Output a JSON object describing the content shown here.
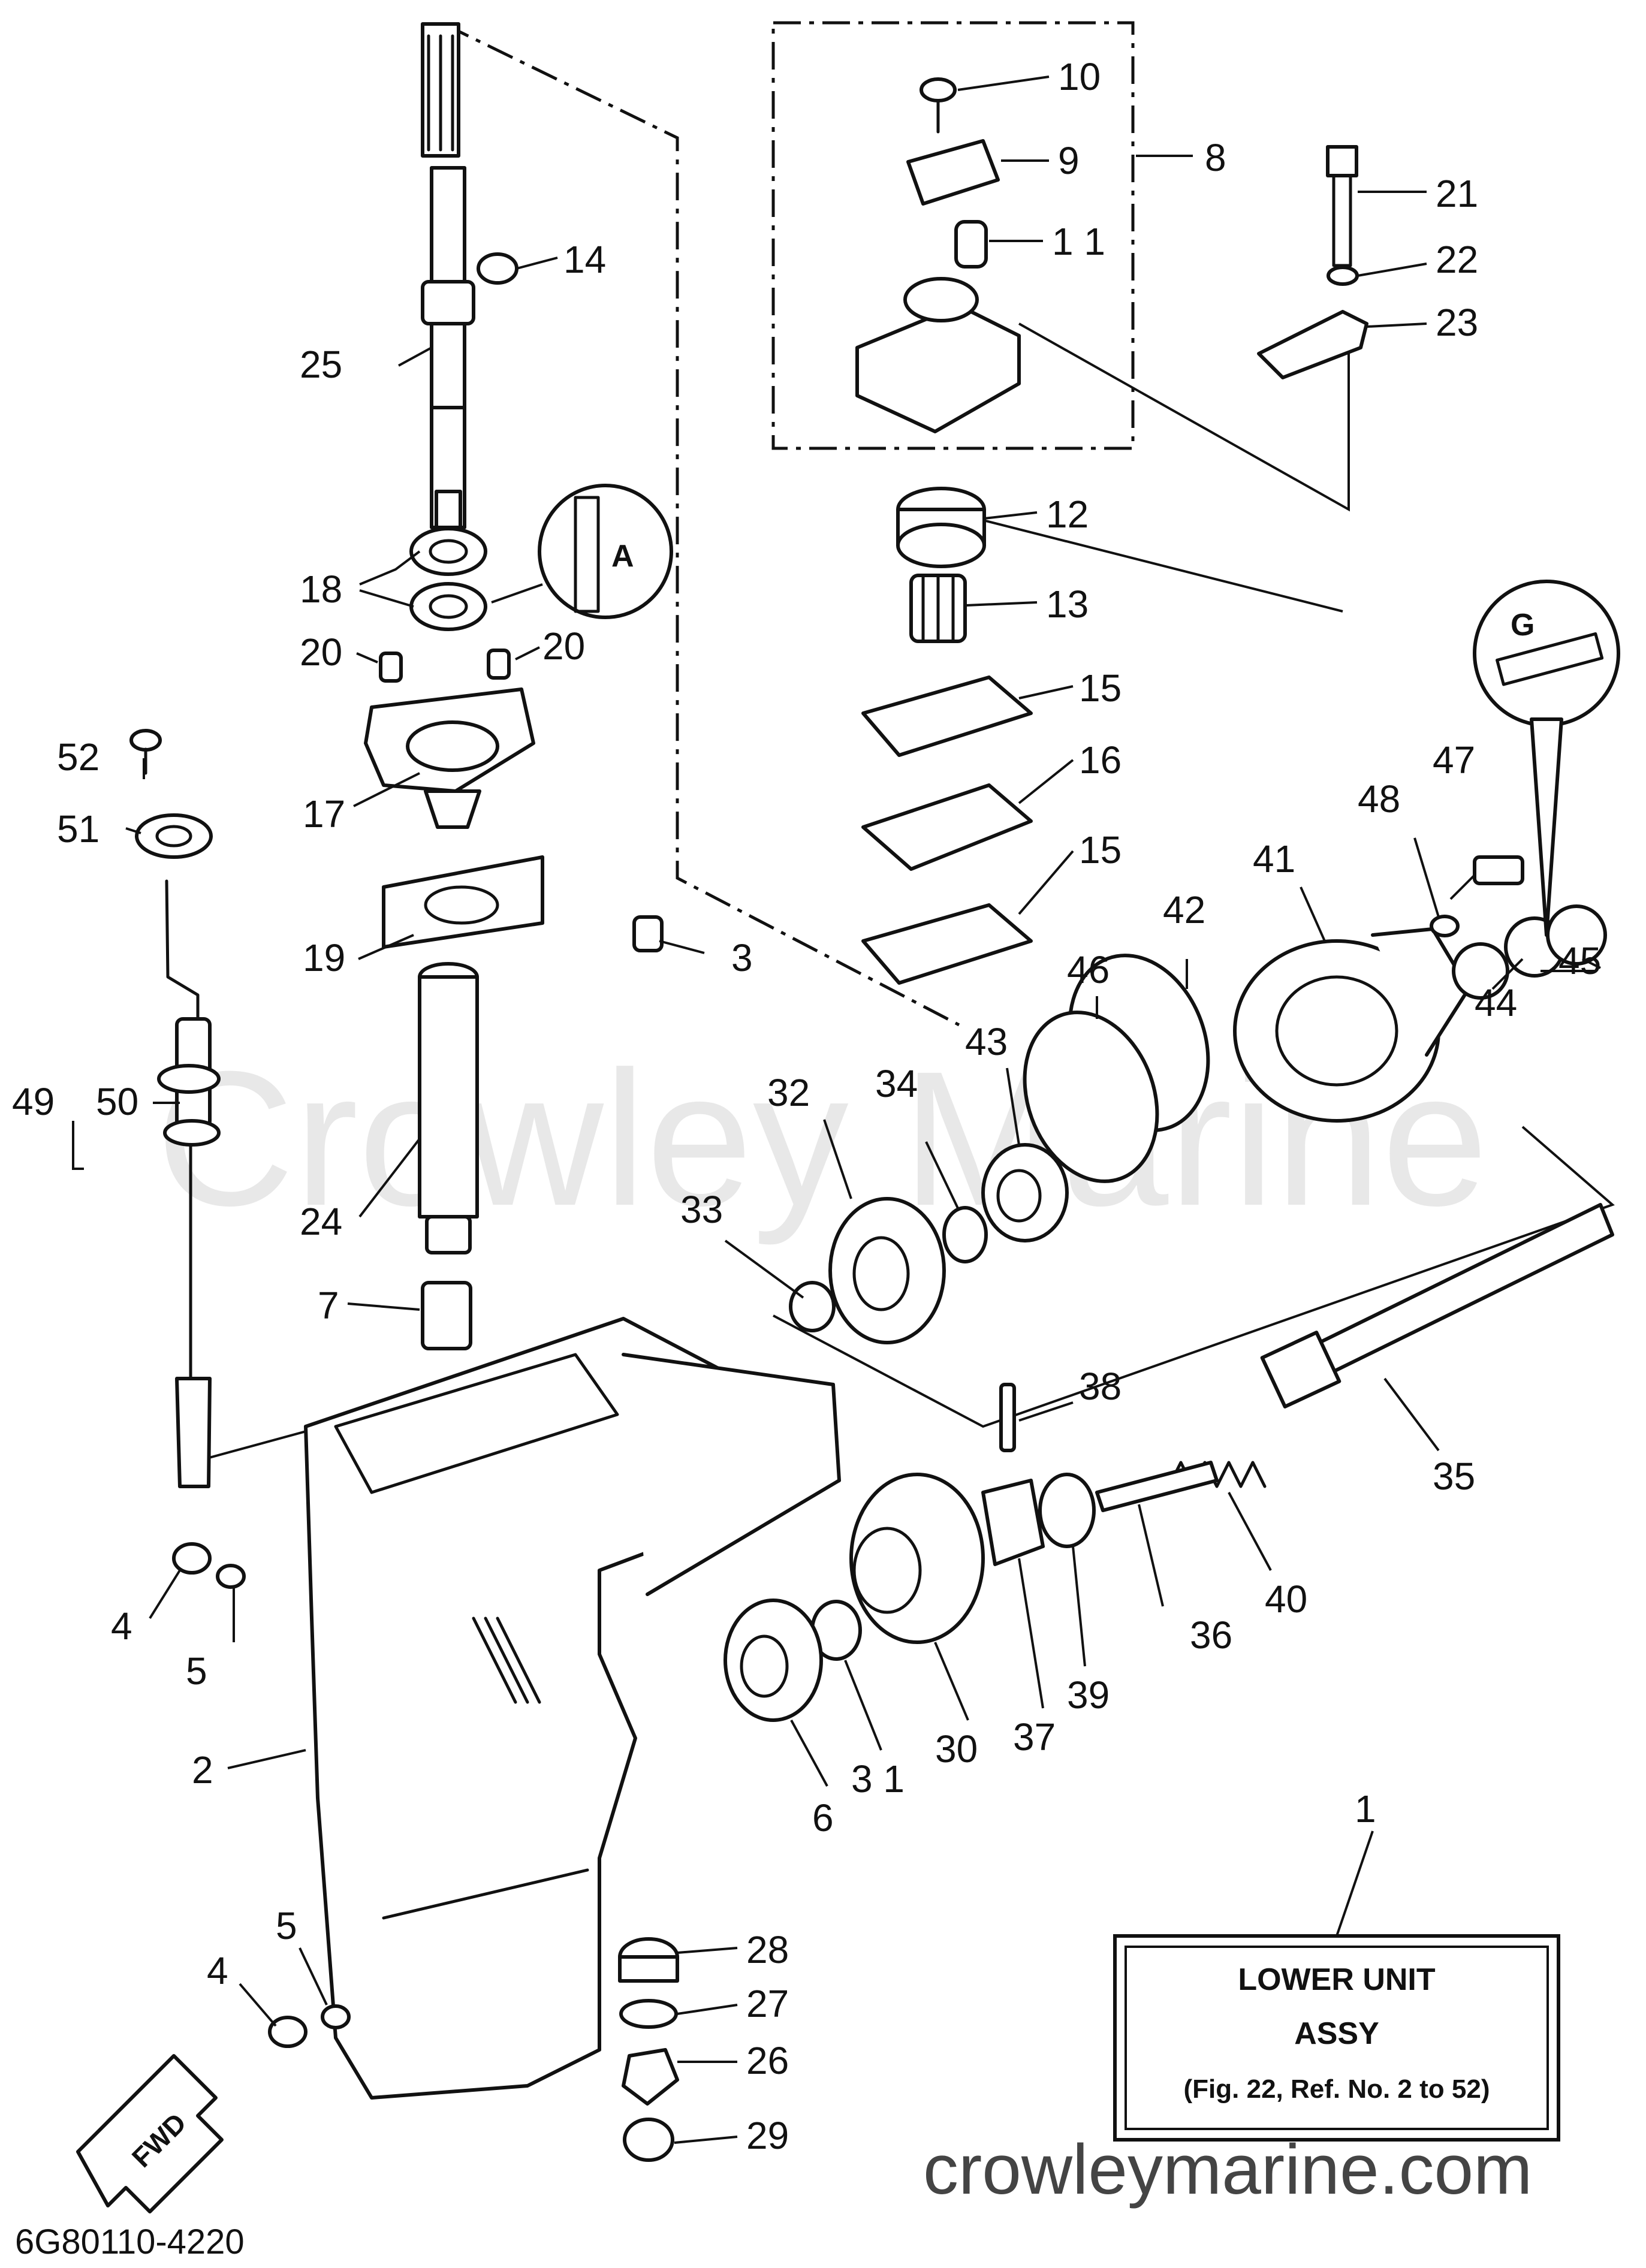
{
  "watermark": "Crowley Marine",
  "website": "crowleymarine.com",
  "drawing_code": "6G80110-4220",
  "forward_label": "FWD",
  "lube_mark_a": "A",
  "lube_mark_b": "G",
  "assembly_box": {
    "callout": "1",
    "line1": "LOWER UNIT",
    "line2": "ASSY",
    "line3": "(Fig. 22, Ref. No. 2 to 52)"
  },
  "callouts": [
    {
      "id": "c10",
      "text": "10"
    },
    {
      "id": "c9",
      "text": "9"
    },
    {
      "id": "c8",
      "text": "8"
    },
    {
      "id": "c11",
      "text": "1 1"
    },
    {
      "id": "c21",
      "text": "21"
    },
    {
      "id": "c22",
      "text": "22"
    },
    {
      "id": "c23",
      "text": "23"
    },
    {
      "id": "c14",
      "text": "14"
    },
    {
      "id": "c25",
      "text": "25"
    },
    {
      "id": "c12",
      "text": "12"
    },
    {
      "id": "c13",
      "text": "13"
    },
    {
      "id": "c18",
      "text": "18"
    },
    {
      "id": "c20a",
      "text": "20"
    },
    {
      "id": "c20b",
      "text": "20"
    },
    {
      "id": "c15a",
      "text": "15"
    },
    {
      "id": "c16",
      "text": "16"
    },
    {
      "id": "c15b",
      "text": "15"
    },
    {
      "id": "c52",
      "text": "52"
    },
    {
      "id": "c51",
      "text": "51"
    },
    {
      "id": "c17",
      "text": "17"
    },
    {
      "id": "c19",
      "text": "19"
    },
    {
      "id": "c3",
      "text": "3"
    },
    {
      "id": "c47",
      "text": "47"
    },
    {
      "id": "c48",
      "text": "48"
    },
    {
      "id": "c41",
      "text": "41"
    },
    {
      "id": "c42",
      "text": "42"
    },
    {
      "id": "c46",
      "text": "46"
    },
    {
      "id": "c43",
      "text": "43"
    },
    {
      "id": "c45",
      "text": "45"
    },
    {
      "id": "c44",
      "text": "44"
    },
    {
      "id": "c50",
      "text": "50"
    },
    {
      "id": "c49",
      "text": "49"
    },
    {
      "id": "c24",
      "text": "24"
    },
    {
      "id": "c34",
      "text": "34"
    },
    {
      "id": "c32",
      "text": "32"
    },
    {
      "id": "c33",
      "text": "33"
    },
    {
      "id": "c7",
      "text": "7"
    },
    {
      "id": "c38",
      "text": "38"
    },
    {
      "id": "c35",
      "text": "35"
    },
    {
      "id": "c40",
      "text": "40"
    },
    {
      "id": "c36",
      "text": "36"
    },
    {
      "id": "c4a",
      "text": "4"
    },
    {
      "id": "c5a",
      "text": "5"
    },
    {
      "id": "c39",
      "text": "39"
    },
    {
      "id": "c37",
      "text": "37"
    },
    {
      "id": "c30",
      "text": "30"
    },
    {
      "id": "c31",
      "text": "3 1"
    },
    {
      "id": "c6",
      "text": "6"
    },
    {
      "id": "c2",
      "text": "2"
    },
    {
      "id": "c5b",
      "text": "5"
    },
    {
      "id": "c4b",
      "text": "4"
    },
    {
      "id": "c28",
      "text": "28"
    },
    {
      "id": "c27",
      "text": "27"
    },
    {
      "id": "c26",
      "text": "26"
    },
    {
      "id": "c29",
      "text": "29"
    }
  ]
}
